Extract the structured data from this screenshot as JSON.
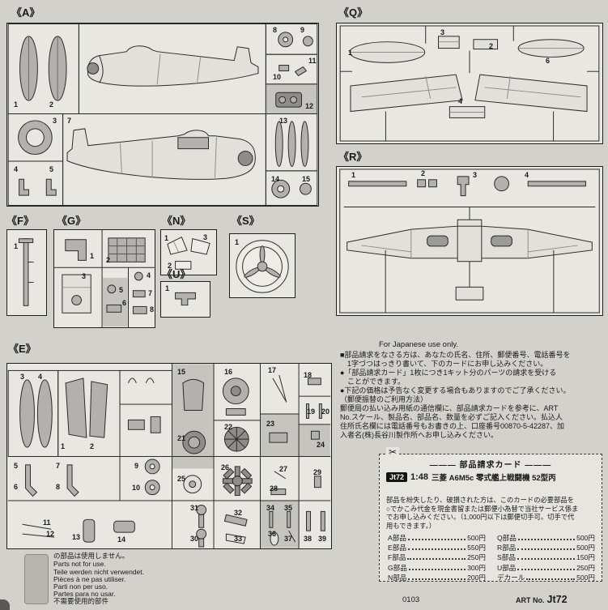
{
  "colors": {
    "page_bg": "#d3d1cc",
    "box_bg": "#e9e7e2",
    "part_gray": "#b3b1ad",
    "not_used_bg": "#c6c4bf",
    "ink": "#1a1a1a"
  },
  "panels": {
    "A": {
      "label": "《A》",
      "nums": [
        "1",
        "2",
        "3",
        "4",
        "5",
        "7",
        "8",
        "9",
        "10",
        "11",
        "12",
        "13",
        "14",
        "15"
      ]
    },
    "Q": {
      "label": "《Q》",
      "nums": [
        "1",
        "2",
        "3",
        "4",
        "6"
      ]
    },
    "R": {
      "label": "《R》",
      "nums": [
        "1",
        "2",
        "3",
        "4"
      ]
    },
    "F": {
      "label": "《F》",
      "nums": [
        "1"
      ]
    },
    "G": {
      "label": "《G》",
      "nums": [
        "1",
        "2",
        "3",
        "4",
        "5",
        "6",
        "7",
        "8"
      ]
    },
    "N": {
      "label": "《N》",
      "nums": [
        "1",
        "2",
        "3"
      ]
    },
    "S": {
      "label": "《S》",
      "nums": [
        "1"
      ]
    },
    "U": {
      "label": "《U》",
      "nums": [
        "1"
      ]
    },
    "E": {
      "label": "《E》",
      "nums": [
        "1",
        "2",
        "3",
        "4",
        "5",
        "6",
        "7",
        "8",
        "9",
        "10",
        "11",
        "12",
        "13",
        "14",
        "15",
        "16",
        "17",
        "18",
        "19",
        "20",
        "21",
        "22",
        "23",
        "24",
        "25",
        "26",
        "27",
        "28",
        "29",
        "30",
        "31",
        "32",
        "33",
        "34",
        "35",
        "36",
        "37",
        "38",
        "39"
      ]
    }
  },
  "not_used_legend": {
    "lines": [
      "の部品は使用しません。",
      "Parts not for use.",
      "Teile werden nicht verwendet.",
      "Pièces à ne pas utiliser.",
      "Parti non per uso.",
      "Partes para no usar.",
      "不需要使用的部件"
    ]
  },
  "notice": {
    "heading": "For Japanese use only.",
    "lines": [
      "■部品請求をなさる方は、あなたの氏名、住所、郵便番号、電話番号を",
      "　1字づつはっきり書いて、下のカードにお申し込みください。",
      "●「部品請求カード」1枚につき1キット分のパーツの請求を受ける",
      "　ことができます。",
      "●下記の価格は予告なく変更する場合もありますのでご了承ください。",
      "（郵便振替のご利用方法）",
      "郵便局の払い込み用紙の通信欄に、部品請求カードを参考に、ART",
      "No.スケール、製品名、部品名、数量を必ずご記入ください。払込人",
      "住所氏名欄には電話番号もお書きの上、口座番号00870-5-42287、加",
      "入者名(株)長谷川製作所へお申し込みください。"
    ]
  },
  "order_card": {
    "scissors": "✂",
    "title": "――― 部品請求カード ―――",
    "kit_no": "Jt72",
    "kit_scale": "1:48",
    "kit_name": "三菱 A6M5c 零式艦上戦闘機 52型丙",
    "body_lines": [
      "部品を紛失したり、破損された方は、このカードの必要部品を",
      "○でかこみ代金を現金書留または郵便小為替で当社サービス係ま",
      "でお申し込みください。（1,000円以下は郵便切手可。切手で代",
      "用もできます。）"
    ],
    "price_rows": [
      {
        "l_name": "A部品",
        "l_price": "500円",
        "r_name": "Q部品",
        "r_price": "500円"
      },
      {
        "l_name": "E部品",
        "l_price": "550円",
        "r_name": "R部品",
        "r_price": "500円"
      },
      {
        "l_name": "F部品",
        "l_price": "250円",
        "r_name": "S部品",
        "r_price": "150円"
      },
      {
        "l_name": "G部品",
        "l_price": "300円",
        "r_name": "U部品",
        "r_price": "250円"
      },
      {
        "l_name": "N部品",
        "l_price": "200円",
        "r_name": "デカール",
        "r_price": "500円"
      }
    ]
  },
  "footer": {
    "code": "0103",
    "art_label": "ART No.",
    "art_no": "Jt72"
  }
}
